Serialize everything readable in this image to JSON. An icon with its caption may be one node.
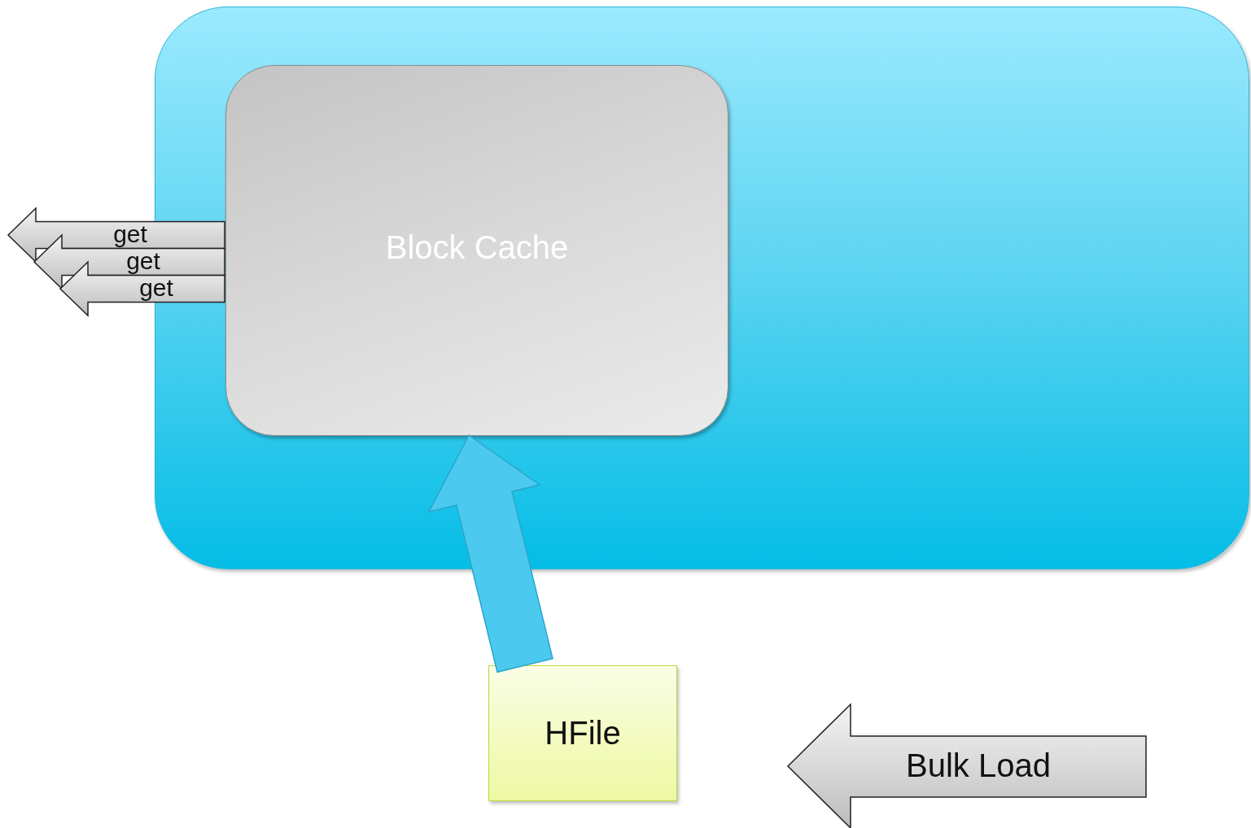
{
  "diagram": {
    "nodes": [
      {
        "text": [],
        "shape": "box"
      },
      {
        "text": [
          "Block Cache"
        ],
        "in": 0
      },
      {
        "text": [
          "HFile"
        ]
      },
      {
        "text": [
          "Bulk Load"
        ]
      }
    ],
    "edges": [
      {
        "from": 2,
        "to": 1,
        "arrow": "to",
        "style": "thick",
        "color": "#4cc9ef"
      },
      {
        "from": 1,
        "to": null,
        "arrow": "to",
        "style": "thick",
        "label": "get"
      },
      {
        "from": 1,
        "to": null,
        "arrow": "to",
        "style": "thick",
        "label": "get"
      },
      {
        "from": 1,
        "to": null,
        "arrow": "to",
        "style": "thick",
        "label": "get"
      }
    ]
  }
}
